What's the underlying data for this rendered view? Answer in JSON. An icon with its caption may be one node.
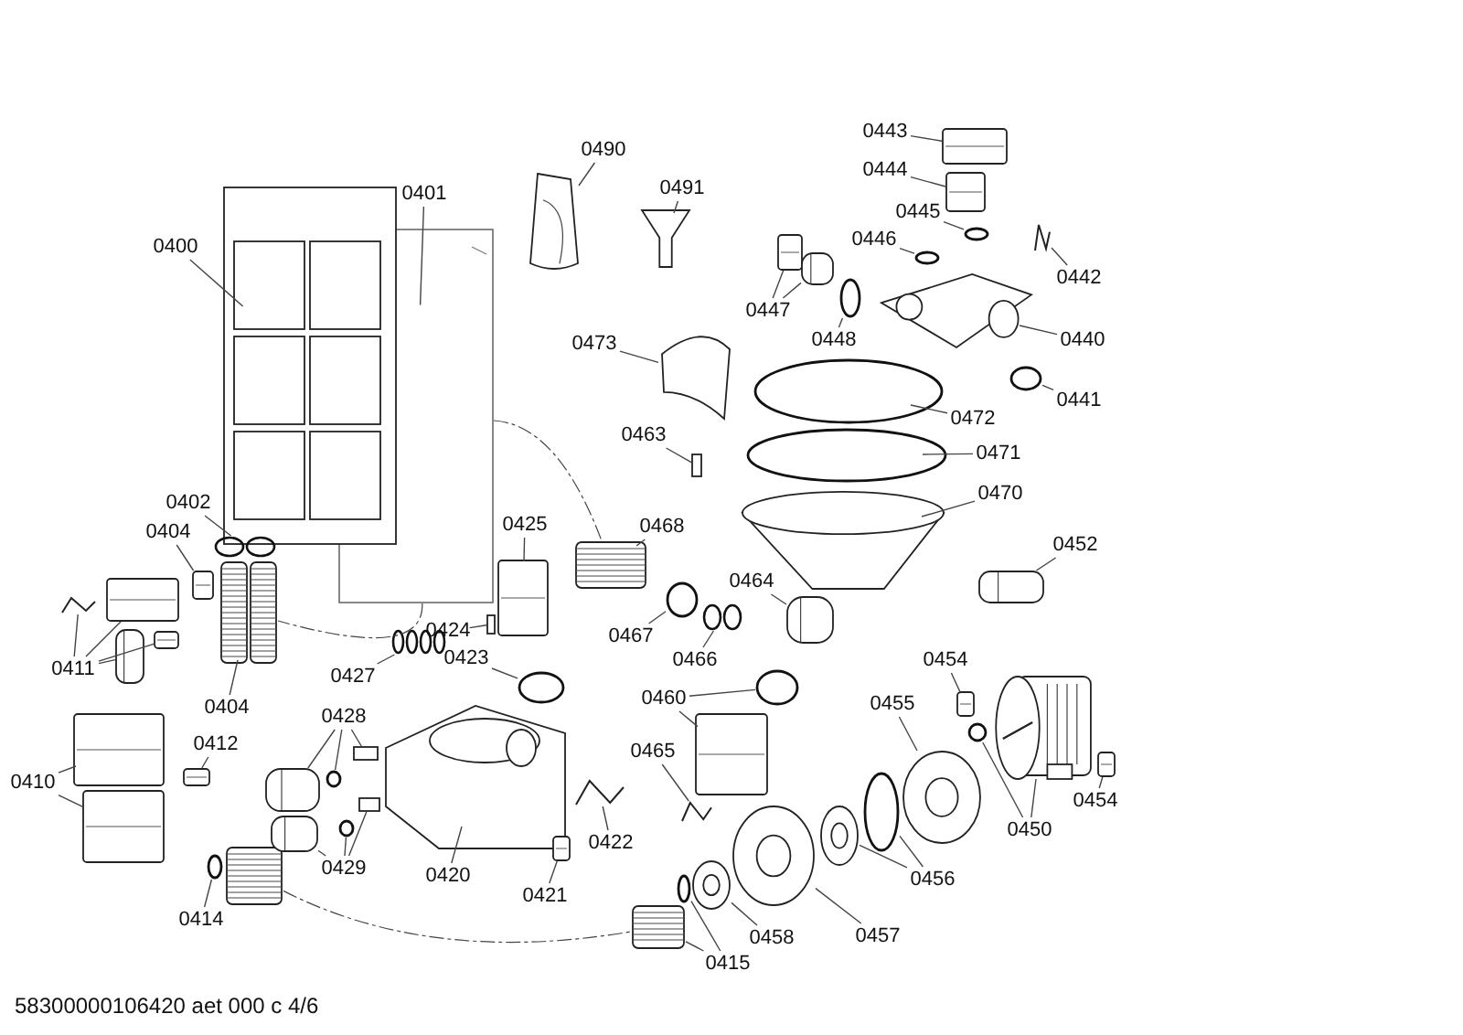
{
  "diagram": {
    "nodes": [
      {
        "text": [
          "0400"
        ]
      },
      {
        "text": [
          "0401"
        ]
      },
      {
        "text": [
          "0402"
        ]
      },
      {
        "text": [
          "0404"
        ]
      },
      {
        "text": [
          "0404"
        ]
      },
      {
        "text": [
          "0411"
        ]
      },
      {
        "text": [
          "0410"
        ]
      },
      {
        "text": [
          "0412"
        ]
      },
      {
        "text": [
          "0414"
        ]
      },
      {
        "text": [
          "0425"
        ]
      },
      {
        "text": [
          "0424"
        ]
      },
      {
        "text": [
          "0423"
        ]
      },
      {
        "text": [
          "0427"
        ]
      },
      {
        "text": [
          "0428"
        ]
      },
      {
        "text": [
          "0429"
        ]
      },
      {
        "text": [
          "0420"
        ]
      },
      {
        "text": [
          "0421"
        ]
      },
      {
        "text": [
          "0422"
        ]
      },
      {
        "text": [
          "0490"
        ]
      },
      {
        "text": [
          "0491"
        ]
      },
      {
        "text": [
          "0473"
        ]
      },
      {
        "text": [
          "0463"
        ]
      },
      {
        "text": [
          "0443"
        ]
      },
      {
        "text": [
          "0444"
        ]
      },
      {
        "text": [
          "0445"
        ]
      },
      {
        "text": [
          "0446"
        ]
      },
      {
        "text": [
          "0447"
        ]
      },
      {
        "text": [
          "0448"
        ]
      },
      {
        "text": [
          "0442"
        ]
      },
      {
        "text": [
          "0440"
        ]
      },
      {
        "text": [
          "0441"
        ]
      },
      {
        "text": [
          "0472"
        ]
      },
      {
        "text": [
          "0471"
        ]
      },
      {
        "text": [
          "0470"
        ]
      },
      {
        "text": [
          "0452"
        ]
      },
      {
        "text": [
          "0468"
        ]
      },
      {
        "text": [
          "0464"
        ]
      },
      {
        "text": [
          "0467"
        ]
      },
      {
        "text": [
          "0466"
        ]
      },
      {
        "text": [
          "0460"
        ]
      },
      {
        "text": [
          "0465"
        ]
      },
      {
        "text": [
          "0454"
        ]
      },
      {
        "text": [
          "0455"
        ]
      },
      {
        "text": [
          "0450"
        ]
      },
      {
        "text": [
          "0454"
        ]
      },
      {
        "text": [
          "0456"
        ]
      },
      {
        "text": [
          "0457"
        ]
      },
      {
        "text": [
          "0458"
        ]
      },
      {
        "text": [
          "0415"
        ]
      },
      {
        "text": [],
        "shape": "picture"
      },
      {
        "text": [],
        "shape": "picture"
      },
      {
        "text": [],
        "shape": "picture"
      },
      {
        "text": [],
        "shape": "picture"
      },
      {
        "text": [],
        "shape": "picture"
      },
      {
        "text": [],
        "shape": "picture"
      },
      {
        "text": [],
        "shape": "picture"
      },
      {
        "text": [],
        "shape": "picture"
      },
      {
        "text": [],
        "shape": "picture"
      },
      {
        "text": [],
        "shape": "picture"
      },
      {
        "text": [],
        "shape": "picture"
      },
      {
        "text": [],
        "shape": "picture"
      },
      {
        "text": [],
        "shape": "circle"
      },
      {
        "text": [],
        "shape": "picture"
      },
      {
        "text": [],
        "shape": "picture"
      },
      {
        "text": [],
        "shape": "box"
      },
      {
        "text": [],
        "shape": "circle"
      },
      {
        "text": [],
        "shape": "picture"
      },
      {
        "text": [],
        "shape": "picture"
      },
      {
        "text": [],
        "shape": "circle"
      },
      {
        "text": [],
        "shape": "box"
      },
      {
        "text": [],
        "shape": "picture"
      },
      {
        "text": [],
        "shape": "circle"
      },
      {
        "text": [],
        "shape": "box"
      },
      {
        "text": [],
        "shape": "picture"
      },
      {
        "text": [],
        "shape": "picture"
      },
      {
        "text": [],
        "shape": "picture"
      },
      {
        "text": [],
        "shape": "picture"
      },
      {
        "text": [],
        "shape": "picture"
      },
      {
        "text": [],
        "shape": "picture"
      },
      {
        "text": [],
        "shape": "box"
      },
      {
        "text": [],
        "shape": "picture"
      },
      {
        "text": [],
        "shape": "picture"
      },
      {
        "text": [],
        "shape": "circle"
      },
      {
        "text": [],
        "shape": "circle"
      },
      {
        "text": [],
        "shape": "picture"
      },
      {
        "text": [],
        "shape": "picture"
      },
      {
        "text": [],
        "shape": "circle"
      },
      {
        "text": [],
        "shape": "picture"
      },
      {
        "text": [],
        "shape": "picture"
      },
      {
        "text": [],
        "shape": "circle"
      },
      {
        "text": [],
        "shape": "circle"
      },
      {
        "text": [],
        "shape": "circle"
      },
      {
        "text": [],
        "shape": "picture"
      },
      {
        "text": [],
        "shape": "picture"
      },
      {
        "text": [],
        "shape": "picture"
      },
      {
        "text": [],
        "shape": "picture"
      },
      {
        "text": [],
        "shape": "circle"
      },
      {
        "text": [],
        "shape": "picture"
      },
      {
        "text": [],
        "shape": "circle"
      },
      {
        "text": [],
        "shape": "picture"
      },
      {
        "text": [],
        "shape": "picture"
      },
      {
        "text": [],
        "shape": "picture"
      },
      {
        "text": [],
        "shape": "picture"
      },
      {
        "text": [],
        "shape": "picture"
      },
      {
        "text": [],
        "shape": "circle"
      },
      {
        "text": [],
        "shape": "picture"
      },
      {
        "text": [],
        "shape": "picture"
      },
      {
        "text": [],
        "shape": "circle"
      },
      {
        "text": [],
        "shape": "picture"
      },
      {
        "text": [],
        "shape": "picture"
      },
      {
        "text": [],
        "shape": "picture"
      },
      {
        "text": [],
        "shape": "circle"
      }
    ],
    "edges": [
      {
        "from": 0,
        "to": 49,
        "arrow": "none"
      },
      {
        "from": 1,
        "to": 50,
        "arrow": "none"
      },
      {
        "from": 2,
        "to": 51,
        "arrow": "none"
      },
      {
        "from": 3,
        "to": 52,
        "arrow": "none"
      },
      {
        "from": 4,
        "to": 53,
        "arrow": "none"
      },
      {
        "from": 5,
        "to": 54,
        "arrow": "none"
      },
      {
        "from": 5,
        "to": 55,
        "arrow": "none"
      },
      {
        "from": 5,
        "to": 56,
        "arrow": "none"
      },
      {
        "from": 5,
        "to": 57,
        "arrow": "none"
      },
      {
        "from": 6,
        "to": 58,
        "arrow": "none"
      },
      {
        "from": 6,
        "to": 59,
        "arrow": "none"
      },
      {
        "from": 7,
        "to": 60,
        "arrow": "none"
      },
      {
        "from": 8,
        "to": 61,
        "arrow": "none"
      },
      {
        "from": 9,
        "to": 63,
        "arrow": "none"
      },
      {
        "from": 10,
        "to": 64,
        "arrow": "none"
      },
      {
        "from": 11,
        "to": 65,
        "arrow": "none"
      },
      {
        "from": 12,
        "to": 66,
        "arrow": "none"
      },
      {
        "from": 13,
        "to": 67,
        "arrow": "none"
      },
      {
        "from": 13,
        "to": 68,
        "arrow": "none"
      },
      {
        "from": 13,
        "to": 69,
        "arrow": "none"
      },
      {
        "from": 14,
        "to": 70,
        "arrow": "none"
      },
      {
        "from": 14,
        "to": 71,
        "arrow": "none"
      },
      {
        "from": 14,
        "to": 72,
        "arrow": "none"
      },
      {
        "from": 15,
        "to": 73,
        "arrow": "none"
      },
      {
        "from": 16,
        "to": 74,
        "arrow": "none"
      },
      {
        "from": 17,
        "to": 75,
        "arrow": "none"
      },
      {
        "from": 18,
        "to": 76,
        "arrow": "none"
      },
      {
        "from": 19,
        "to": 77,
        "arrow": "none"
      },
      {
        "from": 20,
        "to": 78,
        "arrow": "none"
      },
      {
        "from": 21,
        "to": 79,
        "arrow": "none"
      },
      {
        "from": 22,
        "to": 80,
        "arrow": "none"
      },
      {
        "from": 23,
        "to": 81,
        "arrow": "none"
      },
      {
        "from": 24,
        "to": 82,
        "arrow": "none"
      },
      {
        "from": 25,
        "to": 83,
        "arrow": "none"
      },
      {
        "from": 26,
        "to": 84,
        "arrow": "none"
      },
      {
        "from": 26,
        "to": 85,
        "arrow": "none"
      },
      {
        "from": 27,
        "to": 86,
        "arrow": "none"
      },
      {
        "from": 28,
        "to": 87,
        "arrow": "none"
      },
      {
        "from": 29,
        "to": 88,
        "arrow": "none"
      },
      {
        "from": 30,
        "to": 89,
        "arrow": "none"
      },
      {
        "from": 31,
        "to": 90,
        "arrow": "none"
      },
      {
        "from": 32,
        "to": 91,
        "arrow": "none"
      },
      {
        "from": 33,
        "to": 92,
        "arrow": "none"
      },
      {
        "from": 34,
        "to": 93,
        "arrow": "none"
      },
      {
        "from": 35,
        "to": 94,
        "arrow": "none"
      },
      {
        "from": 36,
        "to": 95,
        "arrow": "none"
      },
      {
        "from": 37,
        "to": 96,
        "arrow": "none"
      },
      {
        "from": 38,
        "to": 97,
        "arrow": "none"
      },
      {
        "from": 39,
        "to": 98,
        "arrow": "none"
      },
      {
        "from": 39,
        "to": 99,
        "arrow": "none"
      },
      {
        "from": 40,
        "to": 100,
        "arrow": "none"
      },
      {
        "from": 41,
        "to": 101,
        "arrow": "none"
      },
      {
        "from": 42,
        "to": 102,
        "arrow": "none"
      },
      {
        "from": 43,
        "to": 103,
        "arrow": "none"
      },
      {
        "from": 43,
        "to": 104,
        "arrow": "none"
      },
      {
        "from": 44,
        "to": 105,
        "arrow": "none"
      },
      {
        "from": 45,
        "to": 106,
        "arrow": "none"
      },
      {
        "from": 45,
        "to": 107,
        "arrow": "none"
      },
      {
        "from": 46,
        "to": 108,
        "arrow": "none"
      },
      {
        "from": 47,
        "to": 109,
        "arrow": "none"
      },
      {
        "from": 48,
        "to": 110,
        "arrow": "none"
      },
      {
        "from": 48,
        "to": 111,
        "arrow": "none"
      },
      {
        "from": 50,
        "to": 53,
        "arrow": "none",
        "style": "dashed"
      },
      {
        "from": 50,
        "to": 94,
        "arrow": "none",
        "style": "dashed"
      },
      {
        "from": 62,
        "to": 110,
        "arrow": "none",
        "style": "dashed"
      }
    ],
    "labels": [
      "58300000106420 aet 000 c 4/6"
    ]
  }
}
